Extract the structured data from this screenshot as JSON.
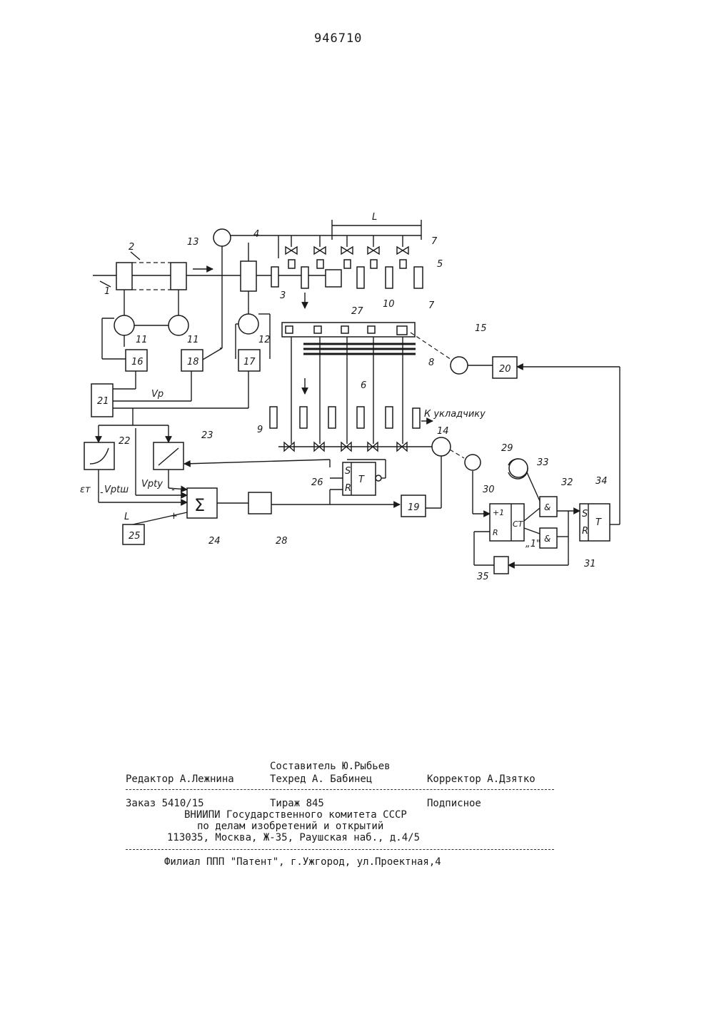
{
  "patent_number": "946710",
  "diagram": {
    "labels": {
      "l1": "1",
      "l2": "2",
      "l3": "3",
      "l4": "4",
      "l5": "5",
      "l6": "6",
      "l7a": "7",
      "l7b": "7",
      "l8": "8",
      "l9": "9",
      "l10": "10",
      "l11a": "11",
      "l11b": "11",
      "l12": "12",
      "l13": "13",
      "l14": "14",
      "l15": "15",
      "l27": "27",
      "l29": "29",
      "l33": "33",
      "len": "L",
      "len2": "L",
      "vp": "Vр",
      "et": "εт",
      "vptsh": "Vрtш",
      "vpty": "Vрtу",
      "minus1": "-",
      "minus2": "-",
      "plus": "+",
      "dest": "К укладчику",
      "one": "„1\""
    },
    "blocks": {
      "b16": "16",
      "b17": "17",
      "b18": "18",
      "b19": "19",
      "b20": "20",
      "b21": "21",
      "b25": "25",
      "b22": "22",
      "b23": "23",
      "b24": "24",
      "b26": "26",
      "b28": "28",
      "b30": "30",
      "b31": "31",
      "b32": "32",
      "b34": "34",
      "b35": "35"
    },
    "symbols": {
      "sum": "Σ",
      "t26_s": "S",
      "t26_r": "R",
      "t26_t": "T",
      "t34_s": "S",
      "t34_r": "R",
      "t34_t": "T",
      "ct_plus": "+1",
      "ct_r": "R",
      "ct_label": "СТ",
      "g32": "&",
      "g31": "&"
    }
  },
  "imprint": {
    "composer": "Составитель Ю.Рыбьев",
    "editor": "Редактор А.Лежнина",
    "tech": "Техред А. Бабинец",
    "corrector": "Корректор А.Дзятко",
    "order": "Заказ 5410/15",
    "circulation": "Тираж 845",
    "subscription": "Подписное",
    "org1": "ВНИИПИ Государственного комитета СССР",
    "org2": "по делам изобретений и открытий",
    "address": "113035, Москва, Ж-35, Раушская наб., д.4/5",
    "branch": "Филиал ППП \"Патент\", г.Ужгород, ул.Проектная,4"
  }
}
